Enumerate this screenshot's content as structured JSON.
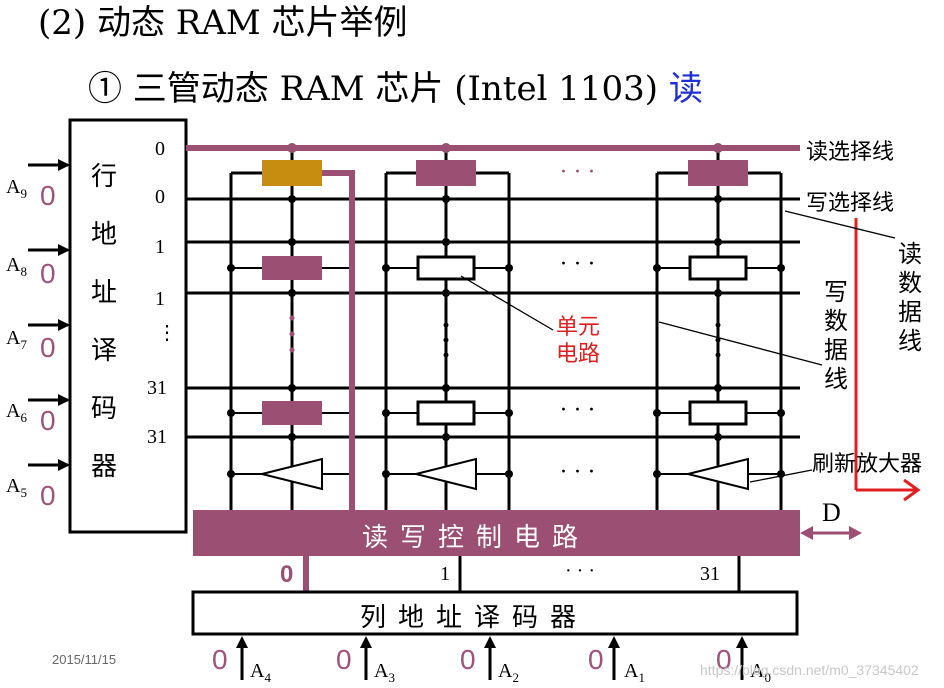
{
  "title": "(2)  动态 RAM 芯片举例",
  "subtitle_prefix": "① 三管动态 RAM 芯片 (Intel 1103)",
  "subtitle_highlight": "读",
  "row_decoder_chars": [
    "行",
    "地",
    "址",
    "译",
    "码",
    "器"
  ],
  "row_numbers": [
    "0",
    "0",
    "1",
    "1",
    "⋮",
    "31",
    "31"
  ],
  "address_inputs_left": [
    {
      "name": "A",
      "sub": "9",
      "value": "0"
    },
    {
      "name": "A",
      "sub": "8",
      "value": "0"
    },
    {
      "name": "A",
      "sub": "7",
      "value": "0"
    },
    {
      "name": "A",
      "sub": "6",
      "value": "0"
    },
    {
      "name": "A",
      "sub": "5",
      "value": "0"
    }
  ],
  "address_inputs_bottom": [
    {
      "name": "A",
      "sub": "4",
      "value": "0"
    },
    {
      "name": "A",
      "sub": "3",
      "value": "0"
    },
    {
      "name": "A",
      "sub": "2",
      "value": "0"
    },
    {
      "name": "A",
      "sub": "1",
      "value": "0"
    },
    {
      "name": "A",
      "sub": "0",
      "value": "0"
    }
  ],
  "labels": {
    "read_select_line": "读选择线",
    "write_select_line": "写选择线",
    "read_data_line": "读数据线",
    "write_data_line": "写数据线",
    "refresh_amp": "刷新放大器",
    "cell_circuit": "单元电路",
    "data_pin": "D",
    "dots": "· · ·"
  },
  "rw_control": "读写控制电路",
  "col_decoder": "列地址译码器",
  "col_numbers": [
    "0",
    "1",
    "· · ·",
    "31"
  ],
  "date": "2015/11/15",
  "watermark": "https://blog.csdn.net/m0_37345402",
  "colors": {
    "accent": "#9b4f73",
    "highlight": "#c78d10",
    "blue": "#1f2fd6",
    "red": "#e02020"
  }
}
